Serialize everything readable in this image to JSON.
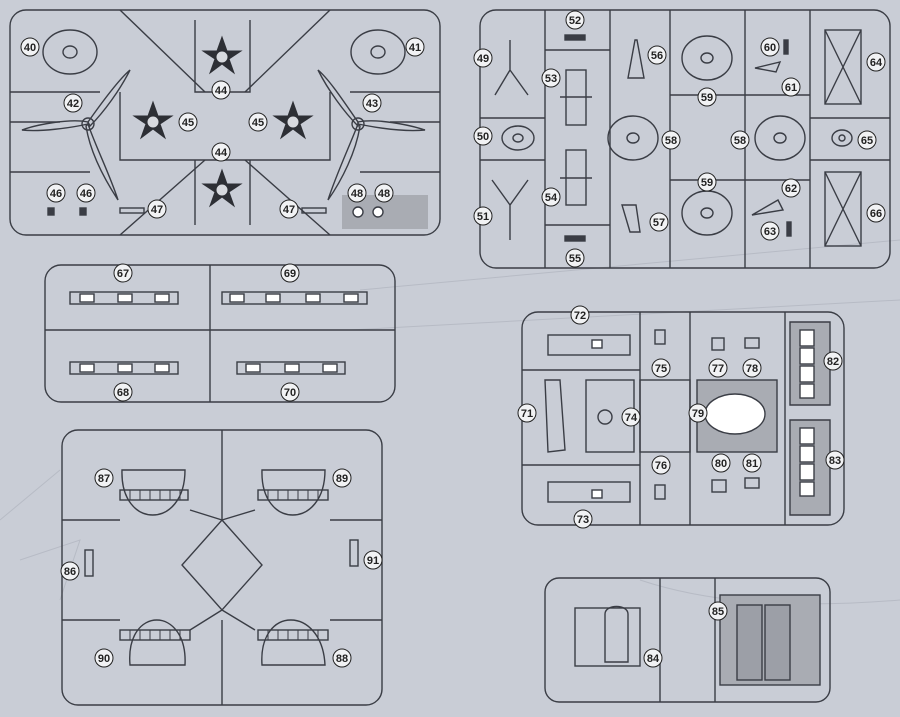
{
  "document": "kit-parts-sprues",
  "colors": {
    "background": "#c9cdd6",
    "line": "#3a3d45",
    "clear_part_fill": "#a9acb3",
    "label_bg": "#f1f2f4"
  },
  "sprue_top_left": {
    "labels": [
      "40",
      "41",
      "42",
      "43",
      "44",
      "44",
      "45",
      "45",
      "46",
      "46",
      "47",
      "47",
      "48",
      "48"
    ]
  },
  "sprue_top_right": {
    "labels": [
      "49",
      "50",
      "51",
      "52",
      "53",
      "54",
      "55",
      "56",
      "57",
      "58",
      "58",
      "59",
      "59",
      "60",
      "61",
      "62",
      "63",
      "64",
      "65",
      "66"
    ]
  },
  "sprue_middle_left": {
    "labels": [
      "67",
      "68",
      "69",
      "70"
    ]
  },
  "sprue_bottom_left": {
    "labels": [
      "86",
      "87",
      "88",
      "89",
      "90",
      "91"
    ]
  },
  "sprue_right_middle": {
    "labels": [
      "71",
      "72",
      "73",
      "74",
      "75",
      "76",
      "77",
      "78",
      "79",
      "80",
      "81",
      "82",
      "83"
    ]
  },
  "sprue_bottom_right": {
    "labels": [
      "84",
      "85"
    ]
  }
}
